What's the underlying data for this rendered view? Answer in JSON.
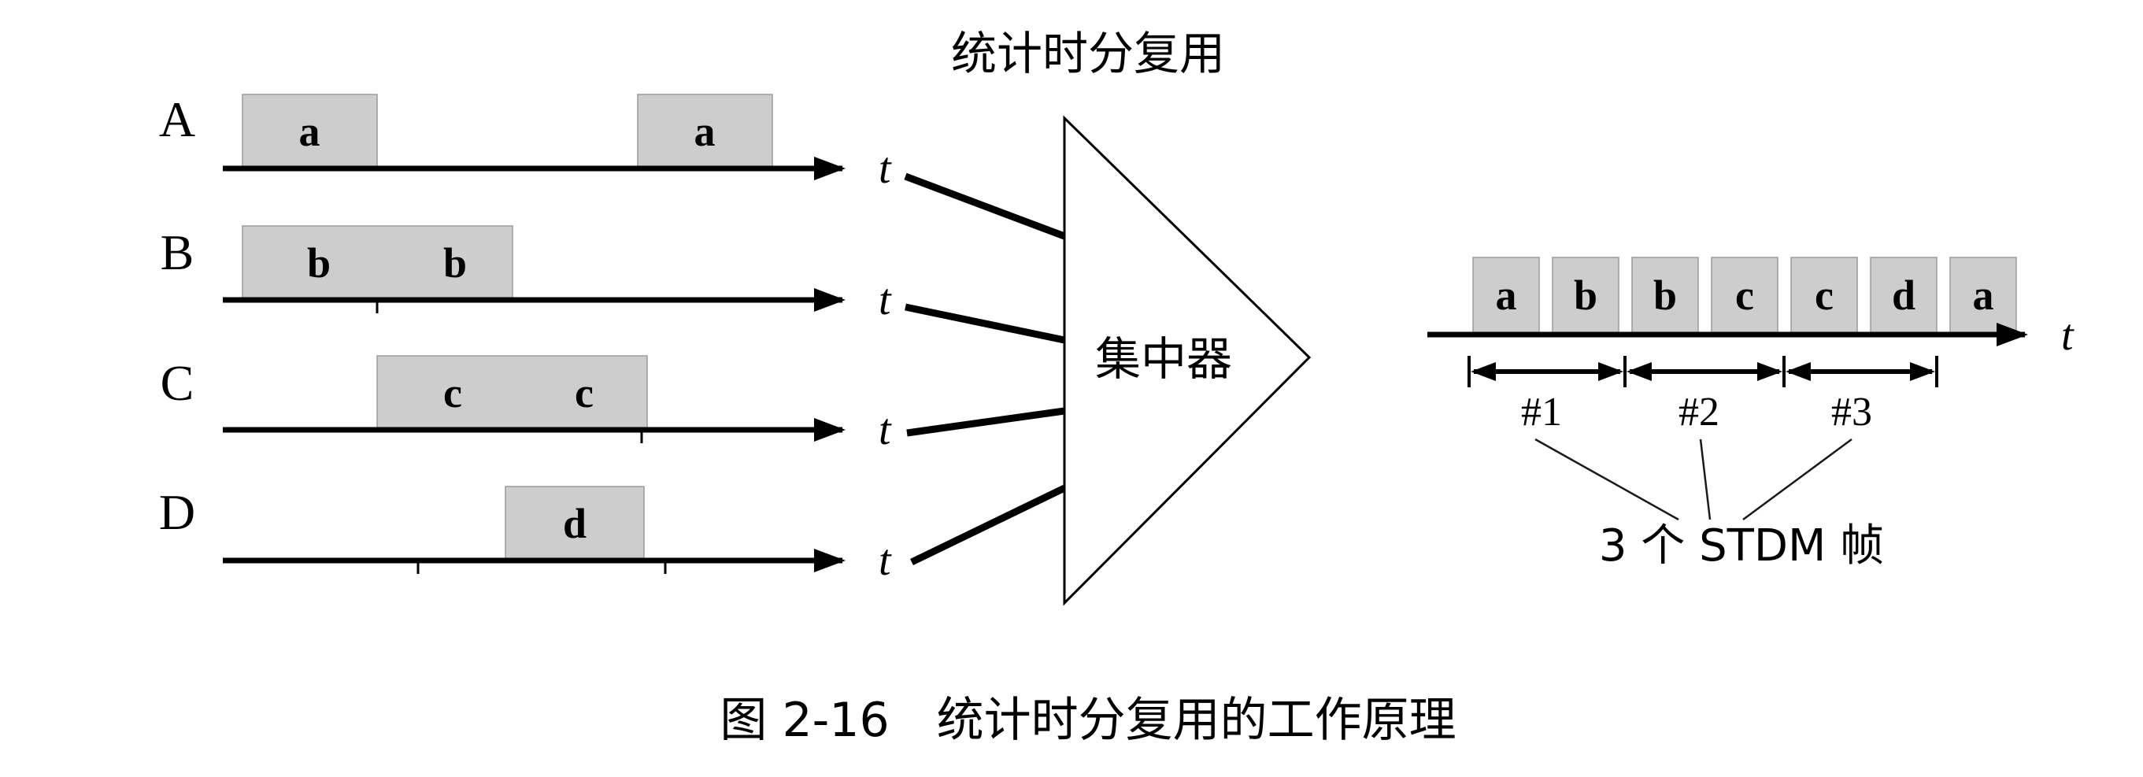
{
  "title": "统计时分复用",
  "inputs": [
    {
      "label": "A",
      "time_axis": "t",
      "boxes": [
        "a",
        "a"
      ]
    },
    {
      "label": "B",
      "time_axis": "t",
      "boxes": [
        "b",
        "b"
      ]
    },
    {
      "label": "C",
      "time_axis": "t",
      "boxes": [
        "c",
        "c"
      ]
    },
    {
      "label": "D",
      "time_axis": "t",
      "boxes": [
        "d"
      ]
    }
  ],
  "concentrator": {
    "label": "集中器"
  },
  "output": {
    "time_axis": "t",
    "slots": [
      "a",
      "b",
      "b",
      "c",
      "c",
      "d",
      "a"
    ],
    "frames": [
      "#1",
      "#2",
      "#3"
    ],
    "note": "3 个 STDM 帧"
  },
  "caption": "图 2-16　统计时分复用的工作原理",
  "colors": {
    "box_fill": "#cdcdcd",
    "line": "#000000"
  }
}
